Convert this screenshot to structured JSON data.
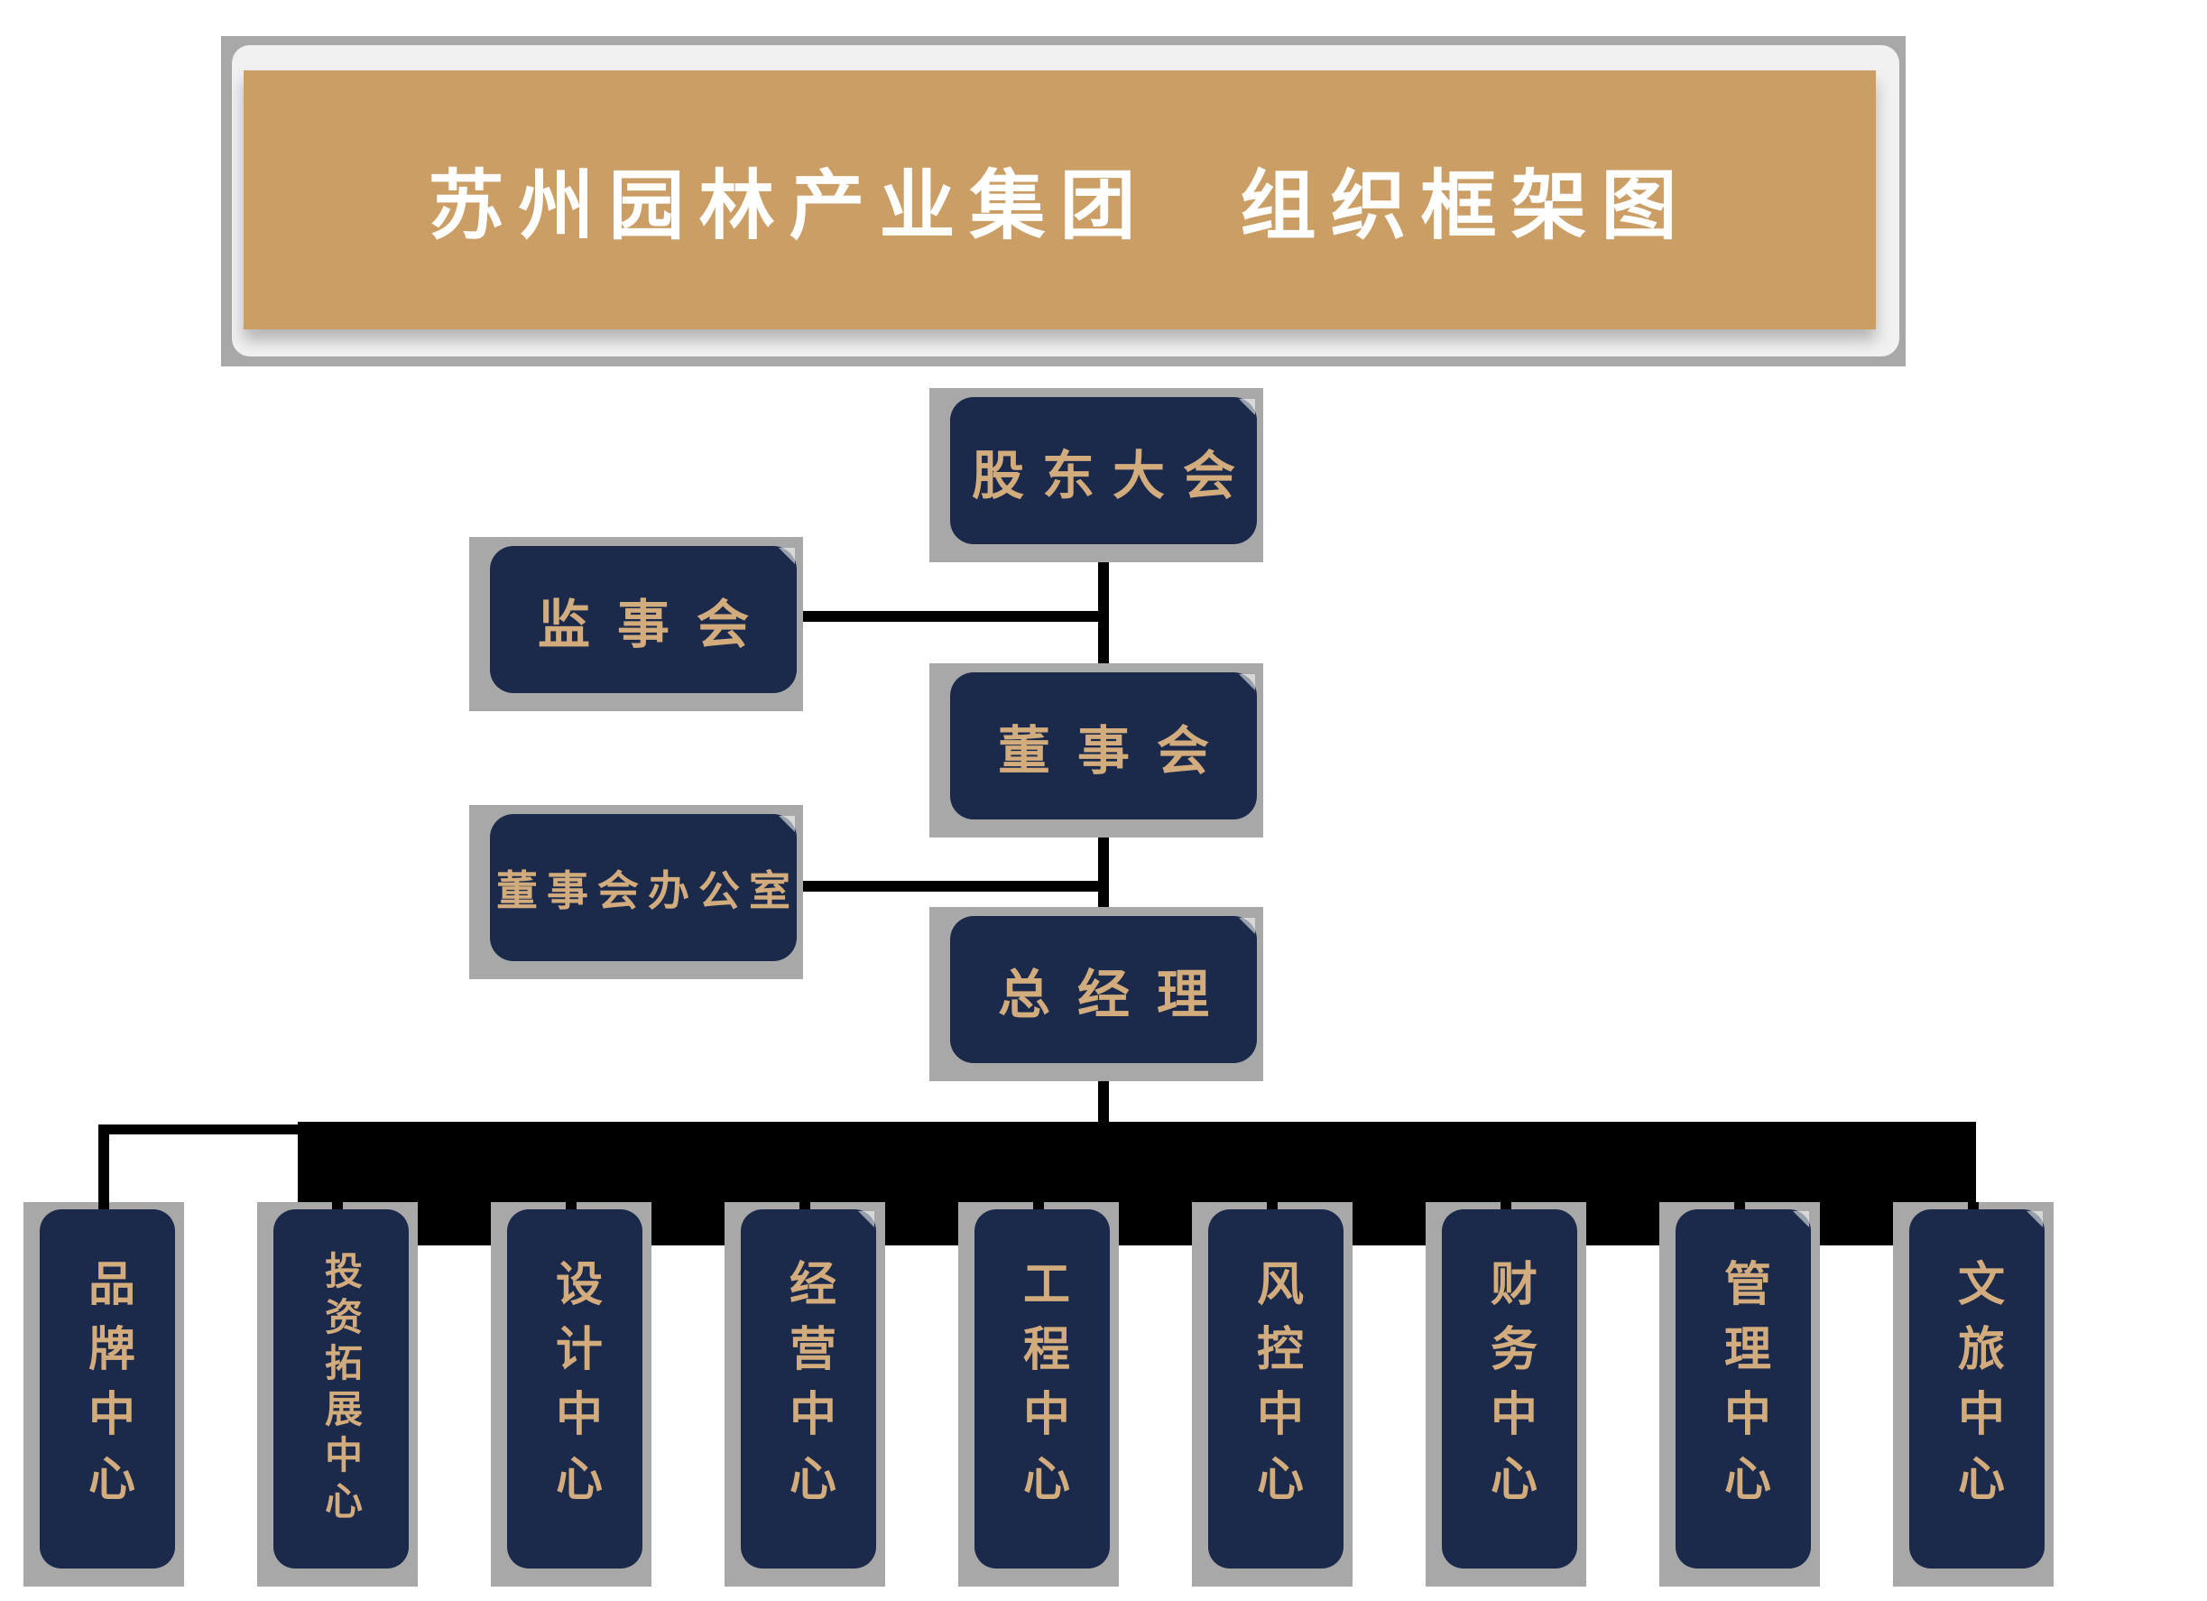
{
  "title": {
    "text": "苏州园林产业集团　组织框架图"
  },
  "colors": {
    "banner_fill": "#cb9e66",
    "banner_text": "#ffffff",
    "node_fill": "#1b2a4b",
    "node_text": "#d2ac7c",
    "shadow_gray": "#a8a8a8",
    "connector_black": "#000000",
    "frame_light": "#f1f1f1"
  },
  "org": {
    "top_nodes": [
      {
        "id": "shareholders-meeting",
        "label": "股东大会"
      },
      {
        "id": "supervisory-board",
        "label": "监事会"
      },
      {
        "id": "board-of-directors",
        "label": "董事会"
      },
      {
        "id": "board-office",
        "label": "董事会办公室"
      },
      {
        "id": "general-manager",
        "label": "总经理"
      }
    ],
    "departments": [
      {
        "label": "品牌中心"
      },
      {
        "label": "投资拓展中心"
      },
      {
        "label": "设计中心"
      },
      {
        "label": "经营中心"
      },
      {
        "label": "工程中心"
      },
      {
        "label": "风控中心"
      },
      {
        "label": "财务中心"
      },
      {
        "label": "管理中心"
      },
      {
        "label": "文旅中心"
      }
    ]
  }
}
